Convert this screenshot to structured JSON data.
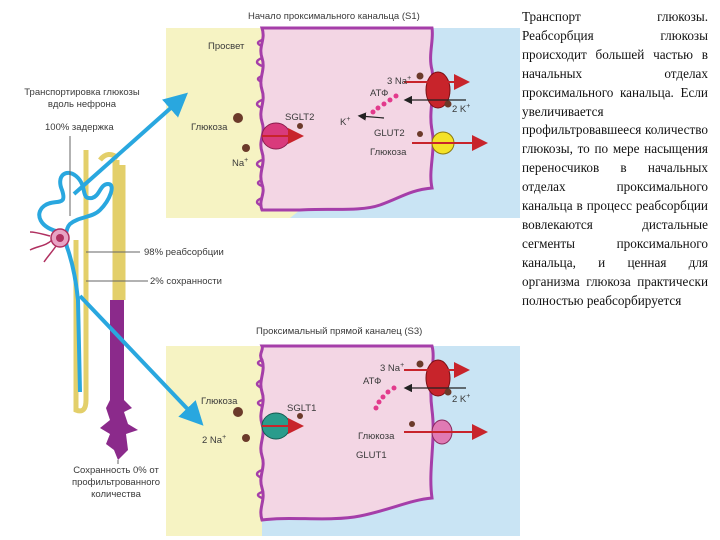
{
  "panel_top": {
    "title": "Начало проксимального канальца (S1)",
    "lumen": "Просвет",
    "glucose": "Глюкоза",
    "na": "Na",
    "sglt": "SGLT2",
    "three_na": "3 Na",
    "atp": "АТФ",
    "two_k": "2 K",
    "k": "K",
    "glut": "GLUT2",
    "glucose_right": "Глюкоза"
  },
  "panel_bottom": {
    "title": "Проксимальный прямой каналец (S3)",
    "glucose": "Глюкоза",
    "two_na": "2 Na",
    "sglt": "SGLT1",
    "three_na": "3 Na",
    "atp": "АТФ",
    "two_k": "2 K",
    "glucose_right": "Глюкоза",
    "glut": "GLUT1"
  },
  "nephron": {
    "transport_label": "Транспортировка глюкозы вдоль нефрона",
    "delay_label": "100% задержка",
    "reabsorption_label": "98% реабсорбции",
    "retention_label": "2% сохранности",
    "final_label": "Сохранность 0% от профильтрованного количества"
  },
  "description": "Транспорт глюкозы. Реабсорбция глюкозы происходит большей частью в начальных отделах проксимального канальца. Если увеличивается профильтровавшееся количество глюкозы, то по мере насыщения переносчиков в начальных отделах проксимального канальца в процесс реабсорбции вовлекаются дистальные сегменты проксимального канальца, и ценная для организма глюкоза практически полностью реабсорбируется",
  "colors": {
    "lumen": "#f6f3c3",
    "interstitium": "#c9e4f4",
    "cell": "#f3d6e4",
    "membrane": "#a53ea9",
    "arrow": "#29a7df",
    "pump": "#c8242b",
    "sglt2": "#d93a7c",
    "sglt1": "#2a9c8c",
    "glut2": "#f4e227",
    "glut1": "#e07ab4"
  }
}
